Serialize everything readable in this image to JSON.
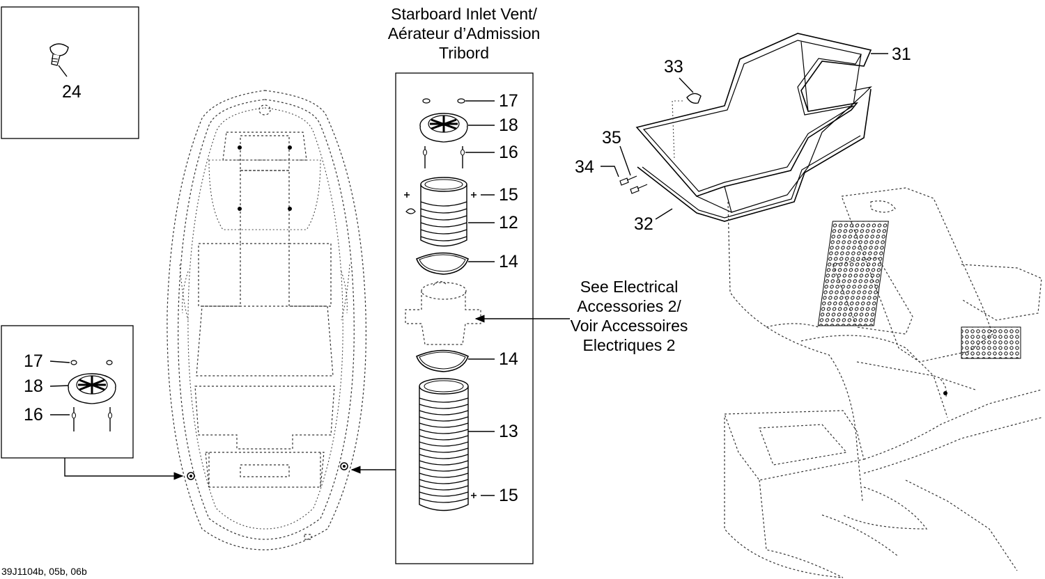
{
  "diagram_code": "39J1104b, 05b, 06b",
  "inlet_vent_title": {
    "line1": "Starboard Inlet Vent/",
    "line2": "Aérateur d’Admission",
    "line3": "Tribord"
  },
  "electrical_note": {
    "line1": "See Electrical",
    "line2": "Accessories 2/",
    "line3": "Voir Accessoires",
    "line4": "Electriques 2"
  },
  "callouts": {
    "p24": "24",
    "left17": "17",
    "left18": "18",
    "left16": "16",
    "p17": "17",
    "p18": "18",
    "p16": "16",
    "p15a": "15",
    "p12": "12",
    "p14a": "14",
    "p14b": "14",
    "p13": "13",
    "p15b": "15",
    "p31": "31",
    "p32": "32",
    "p33": "33",
    "p34": "34",
    "p35": "35"
  }
}
